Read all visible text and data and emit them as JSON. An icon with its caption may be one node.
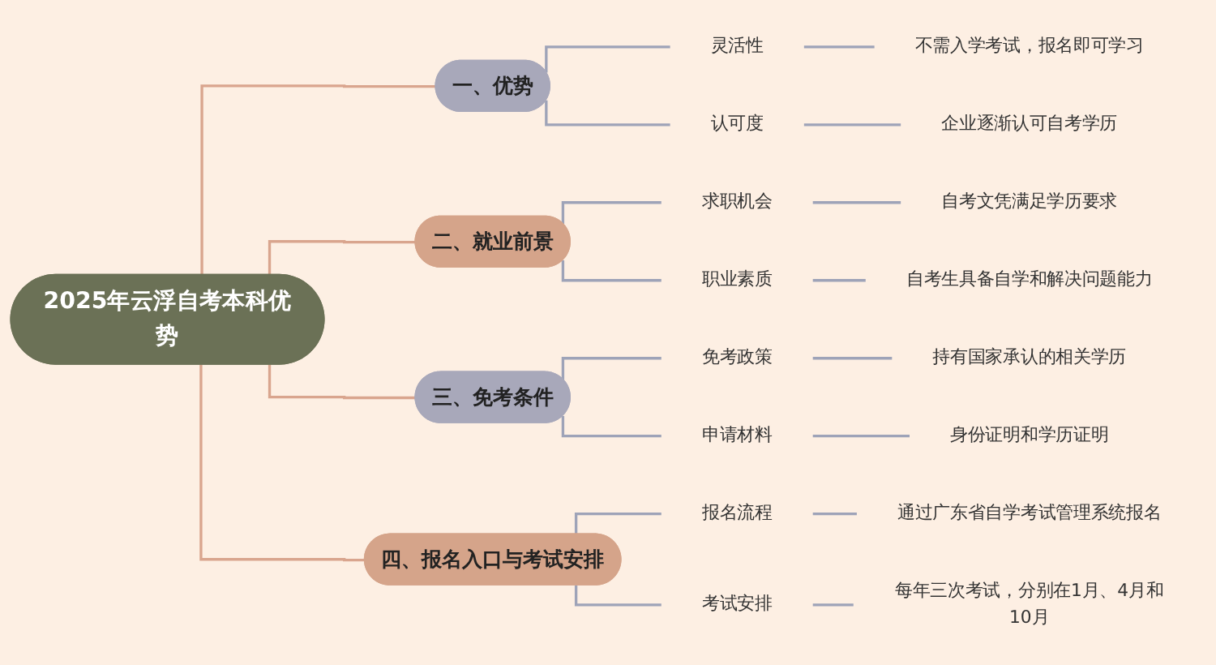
{
  "diagram": {
    "nodes": [
      {
        "text": [
          "2025年云浮自考本科优势"
        ]
      },
      {
        "text": [
          "一、优势"
        ]
      },
      {
        "text": [
          "灵活性"
        ]
      },
      {
        "text": [
          "不需入学考试，报名即可学习"
        ]
      },
      {
        "text": [
          "认可度"
        ]
      },
      {
        "text": [
          "企业逐渐认可自考学历"
        ]
      },
      {
        "text": [
          "二、就业前景"
        ]
      },
      {
        "text": [
          "求职机会"
        ]
      },
      {
        "text": [
          "自考文凭满足学历要求"
        ]
      },
      {
        "text": [
          "职业素质"
        ]
      },
      {
        "text": [
          "自考生具备自学和解决问题能力"
        ]
      },
      {
        "text": [
          "三、免考条件"
        ]
      },
      {
        "text": [
          "免考政策"
        ]
      },
      {
        "text": [
          "持有国家承认的相关学历"
        ]
      },
      {
        "text": [
          "申请材料"
        ]
      },
      {
        "text": [
          "身份证明和学历证明"
        ]
      },
      {
        "text": [
          "四、报名入口与考试安排"
        ]
      },
      {
        "text": [
          "报名流程"
        ]
      },
      {
        "text": [
          "通过广东省自学考试管理系统报名"
        ]
      },
      {
        "text": [
          "考试安排"
        ]
      },
      {
        "text": [
          "每年三次考试，分别在1月、4月和10月"
        ]
      }
    ],
    "edges": [
      {
        "from": 0,
        "to": 1,
        "arrow": "none",
        "color": "#d9a58e"
      },
      {
        "from": 1,
        "to": 2,
        "arrow": "none"
      },
      {
        "from": 2,
        "to": 3,
        "arrow": "none"
      },
      {
        "from": 1,
        "to": 4,
        "arrow": "none"
      },
      {
        "from": 4,
        "to": 5,
        "arrow": "none"
      },
      {
        "from": 0,
        "to": 6,
        "arrow": "none",
        "color": "#d9a58e"
      },
      {
        "from": 6,
        "to": 7,
        "arrow": "none"
      },
      {
        "from": 7,
        "to": 8,
        "arrow": "none"
      },
      {
        "from": 6,
        "to": 9,
        "arrow": "none"
      },
      {
        "from": 9,
        "to": 10,
        "arrow": "none"
      },
      {
        "from": 0,
        "to": 11,
        "arrow": "none",
        "color": "#d9a58e"
      },
      {
        "from": 11,
        "to": 12,
        "arrow": "none"
      },
      {
        "from": 12,
        "to": 13,
        "arrow": "none"
      },
      {
        "from": 11,
        "to": 14,
        "arrow": "none"
      },
      {
        "from": 14,
        "to": 15,
        "arrow": "none"
      },
      {
        "from": 0,
        "to": 16,
        "arrow": "none",
        "color": "#d9a58e"
      },
      {
        "from": 16,
        "to": 17,
        "arrow": "none"
      },
      {
        "from": 17,
        "to": 18,
        "arrow": "none"
      },
      {
        "from": 16,
        "to": 19,
        "arrow": "none"
      },
      {
        "from": 19,
        "to": 20,
        "arrow": "none"
      }
    ]
  }
}
